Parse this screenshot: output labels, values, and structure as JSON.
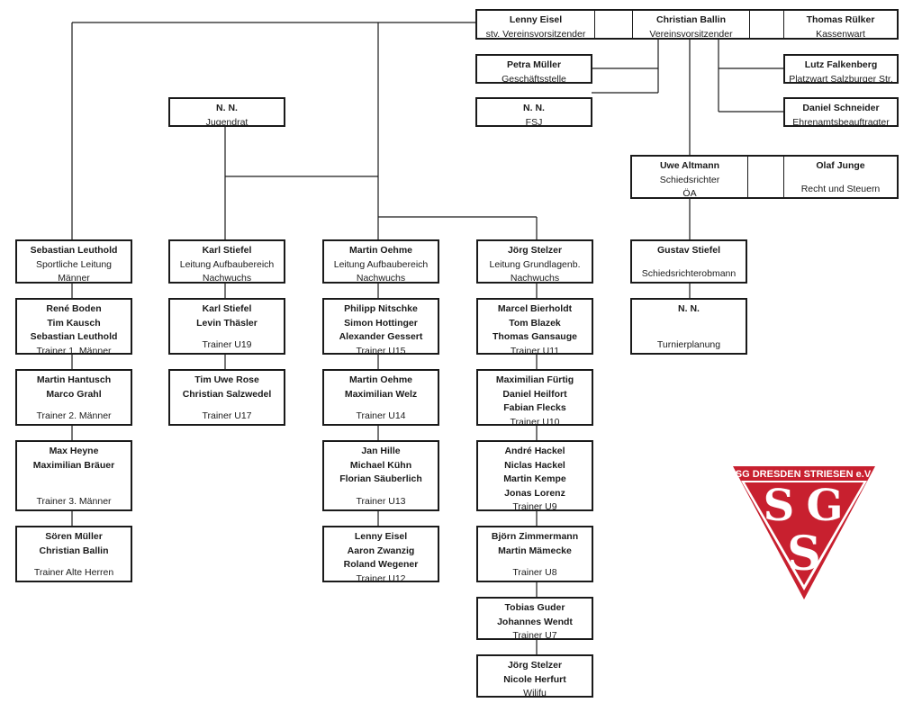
{
  "top": {
    "lenny_eisel": {
      "name": "Lenny Eisel",
      "role": "stv. Vereinsvorsitzender"
    },
    "christian_ballin": {
      "name": "Christian Ballin",
      "role": "Vereinsvorsitzender"
    },
    "thomas_rulker": {
      "name": "Thomas Rülker",
      "role": "Kassenwart"
    }
  },
  "office": {
    "petra_muller": {
      "name": "Petra Müller",
      "role": "Geschäftsstelle"
    },
    "fsj": {
      "name": "N. N.",
      "role": "FSJ"
    },
    "lutz_falkenberg": {
      "name": "Lutz Falkenberg",
      "role": "Platzwart Salzburger Str."
    },
    "daniel_schneider": {
      "name": "Daniel Schneider",
      "role": "Ehrenamtsbeauftragter"
    }
  },
  "jugendrat": {
    "name": "N. N.",
    "role": "Jugendrat"
  },
  "oa": {
    "uwe_altmann": {
      "name": "Uwe Altmann",
      "role": "Schiedsrichter",
      "role2": "ÖA"
    },
    "olaf_junge": {
      "name": "Olaf Junge",
      "role": "Recht und Steuern"
    }
  },
  "leads": {
    "sportliche": {
      "name": "Sebastian Leuthold",
      "role": "Sportliche Leitung",
      "role2": "Männer"
    },
    "aufbau_1": {
      "name": "Karl Stiefel",
      "role": "Leitung Aufbaubereich",
      "role2": "Nachwuchs"
    },
    "aufbau_2": {
      "name": "Martin Oehme",
      "role": "Leitung Aufbaubereich",
      "role2": "Nachwuchs"
    },
    "grundlagen": {
      "name": "Jörg Stelzer",
      "role": "Leitung Grundlagenb.",
      "role2": "Nachwuchs"
    },
    "sr_obmann": {
      "name": "Gustav Stiefel",
      "role": "Schiedsrichterobmann"
    }
  },
  "teams": {
    "maenner1": {
      "names": [
        "René Boden",
        "Tim Kausch",
        "Sebastian Leuthold"
      ],
      "role": "Trainer 1. Männer"
    },
    "maenner2": {
      "names": [
        "Martin Hantusch",
        "Marco Grahl"
      ],
      "role": "Trainer 2. Männer"
    },
    "maenner3": {
      "names": [
        "Max Heyne",
        "Maximilian Bräuer"
      ],
      "role": "Trainer 3. Männer"
    },
    "altherren": {
      "names": [
        "Sören Müller",
        "Christian Ballin"
      ],
      "role": "Trainer Alte Herren"
    },
    "u19": {
      "names": [
        "Karl Stiefel",
        "Levin Thäsler"
      ],
      "role": "Trainer U19"
    },
    "u17": {
      "names": [
        "Tim Uwe Rose",
        "Christian Salzwedel"
      ],
      "role": "Trainer U17"
    },
    "u15": {
      "names": [
        "Philipp Nitschke",
        "Simon Hottinger",
        "Alexander Gessert"
      ],
      "role": "Trainer U15"
    },
    "u14": {
      "names": [
        "Martin Oehme",
        "Maximilian Welz"
      ],
      "role": "Trainer U14"
    },
    "u13": {
      "names": [
        "Jan Hille",
        "Michael Kühn",
        "Florian Säuberlich"
      ],
      "role": "Trainer U13"
    },
    "u12": {
      "names": [
        "Lenny Eisel",
        "Aaron Zwanzig",
        "Roland Wegener"
      ],
      "role": "Trainer U12"
    },
    "u11": {
      "names": [
        "Marcel Bierholdt",
        "Tom Blazek",
        "Thomas Gansauge"
      ],
      "role": "Trainer U11"
    },
    "u10": {
      "names": [
        "Maximilian Fürtig",
        "Daniel Heilfort",
        "Fabian Flecks"
      ],
      "role": "Trainer U10"
    },
    "u9": {
      "names": [
        "André Hackel",
        "Niclas Hackel",
        "Martin Kempe",
        "Jonas Lorenz"
      ],
      "role": "Trainer U9"
    },
    "u8": {
      "names": [
        "Björn Zimmermann",
        "Martin Mämecke"
      ],
      "role": "Trainer U8"
    },
    "u7": {
      "names": [
        "Tobias Guder",
        "Johannes Wendt"
      ],
      "role": "Trainer U7"
    },
    "wilifu": {
      "names": [
        "Jörg Stelzer",
        "Nicole Herfurt"
      ],
      "role": "Wilifu"
    },
    "turnier": {
      "names": [
        "N. N."
      ],
      "role": "Turnierplanung"
    }
  },
  "logo": {
    "text": "SG DRESDEN STRIESEN e.V.",
    "monogram": "SGS",
    "color": "#c8202f"
  }
}
